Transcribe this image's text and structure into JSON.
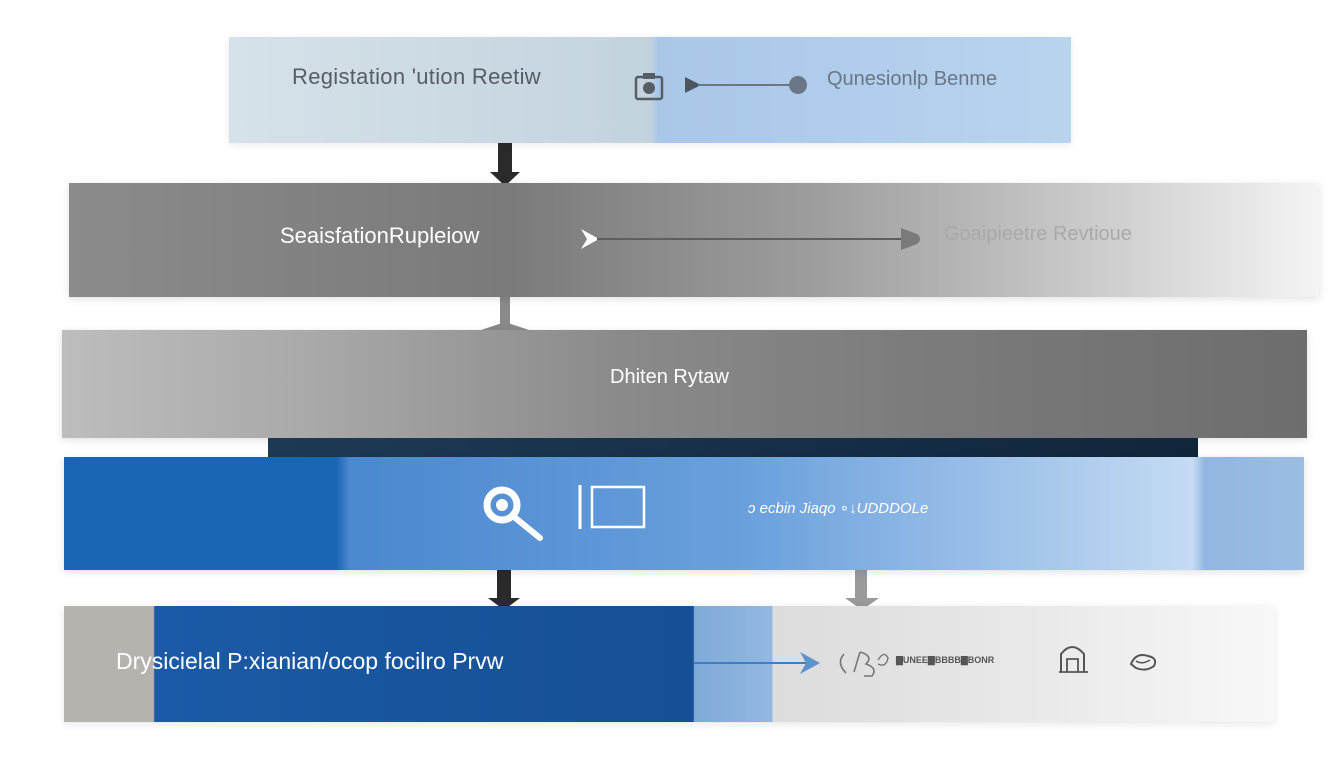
{
  "rows": {
    "row1": {
      "left_label": "Registation 'ution Reetiw",
      "right_label": "Qunesionlp Benme"
    },
    "row2": {
      "left_label": "SeaisfationRupleiow",
      "right_label": "Goaipieetre Revtioue"
    },
    "row3": {
      "center_label": "Dhiten Rytaw"
    },
    "row4": {
      "right_label": "ↄ ecbin Jiaqo ∘↓UDDDOLe"
    },
    "row5": {
      "left_label": "Drysicielal P:xianian/ocop focilro Prvw",
      "small_label": "▇UNEE▇BBBB▇BONR"
    }
  },
  "icons": [
    "camera-icon",
    "magnifier-icon",
    "frame-icon",
    "wavy-icon",
    "house-icon",
    "sketch-icon"
  ],
  "colors": {
    "blue_dark": "#1b65b5",
    "blue_light": "#a9c7e8",
    "gray_band": "#7a7a7a",
    "connector": "#2a2a2a"
  }
}
